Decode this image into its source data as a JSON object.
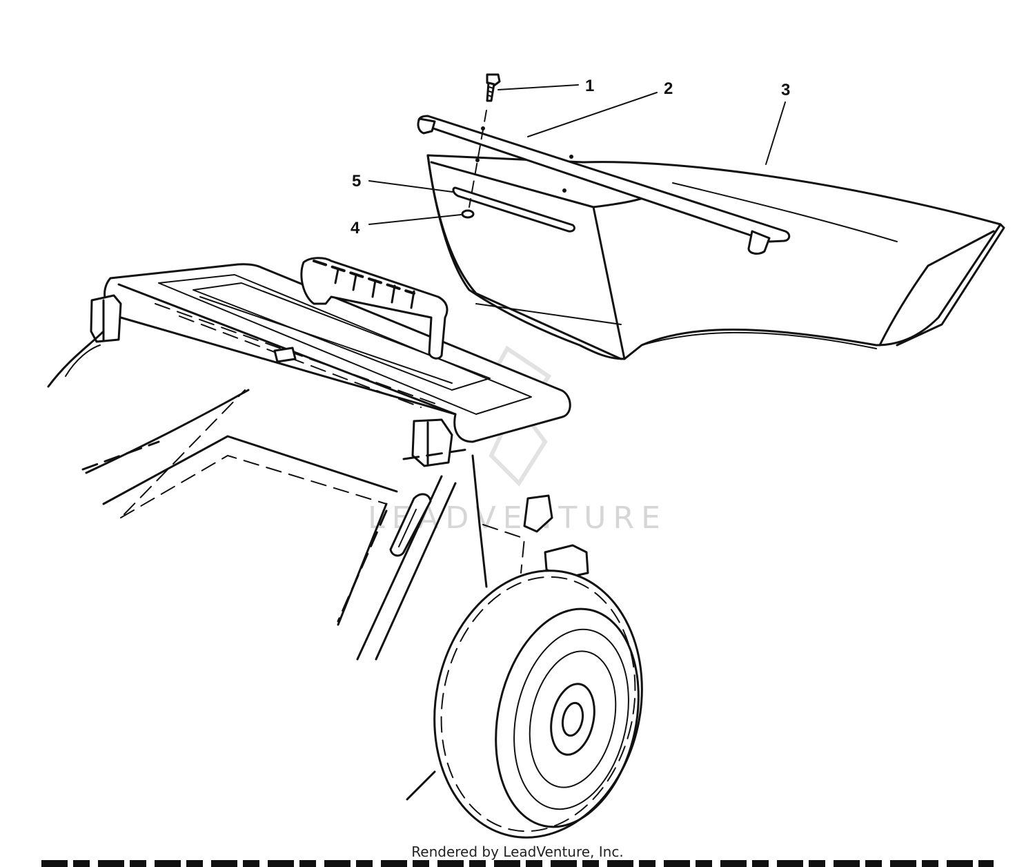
{
  "callouts": [
    {
      "number": "1"
    },
    {
      "number": "2"
    },
    {
      "number": "3"
    },
    {
      "number": "4"
    },
    {
      "number": "5"
    }
  ],
  "watermark": {
    "text": "LEADVENTURE"
  },
  "footer": {
    "credit": "Rendered by LeadVenture, Inc."
  }
}
